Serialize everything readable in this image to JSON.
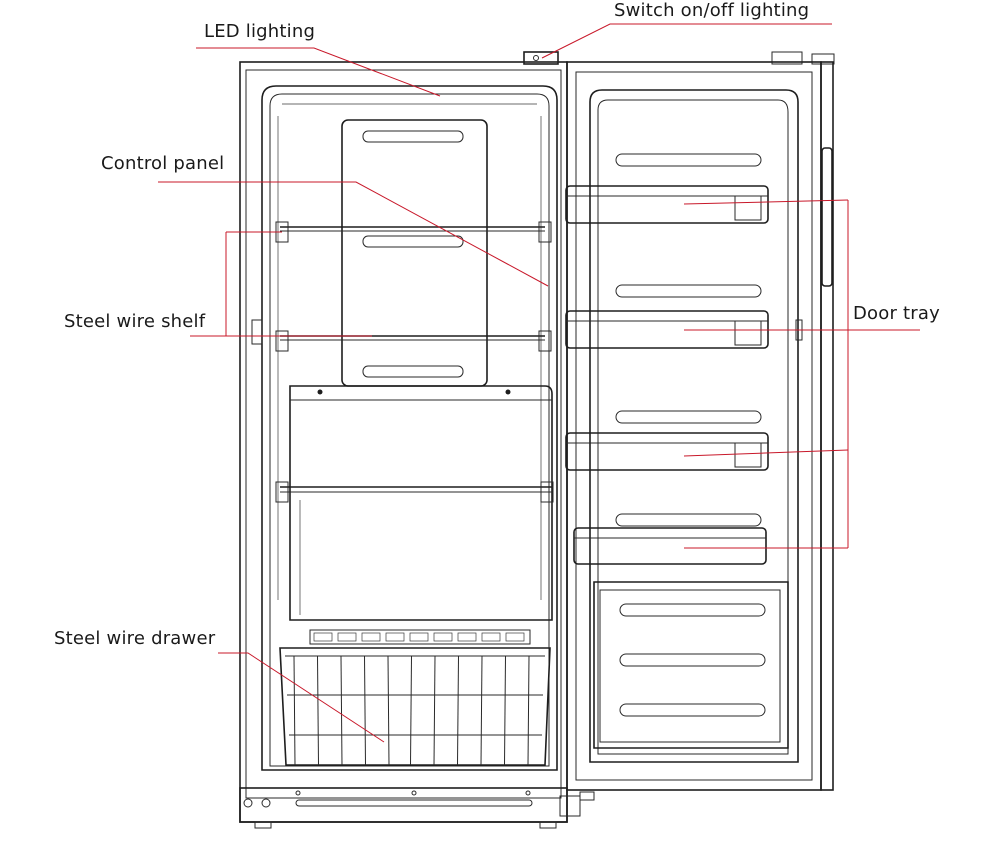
{
  "labels": {
    "switch_lighting": "Switch on/off lighting",
    "led_lighting": "LED lighting",
    "control_panel": "Control panel",
    "steel_wire_shelf": "Steel wire shelf",
    "door_tray": "Door tray",
    "steel_wire_drawer": "Steel wire drawer"
  },
  "colors": {
    "leader_line": "#c8182a",
    "outline": "#1e1e1e",
    "background": "#ffffff"
  }
}
